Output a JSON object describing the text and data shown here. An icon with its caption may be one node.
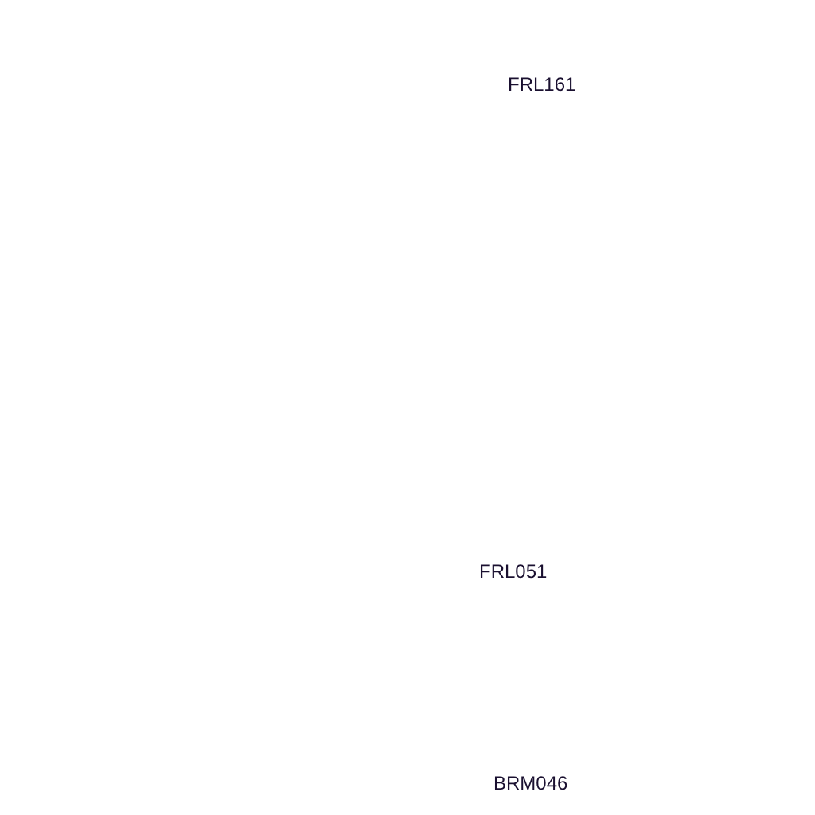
{
  "diagram": {
    "labels": [
      "FRL161",
      "FRL051",
      "BRM046"
    ]
  }
}
